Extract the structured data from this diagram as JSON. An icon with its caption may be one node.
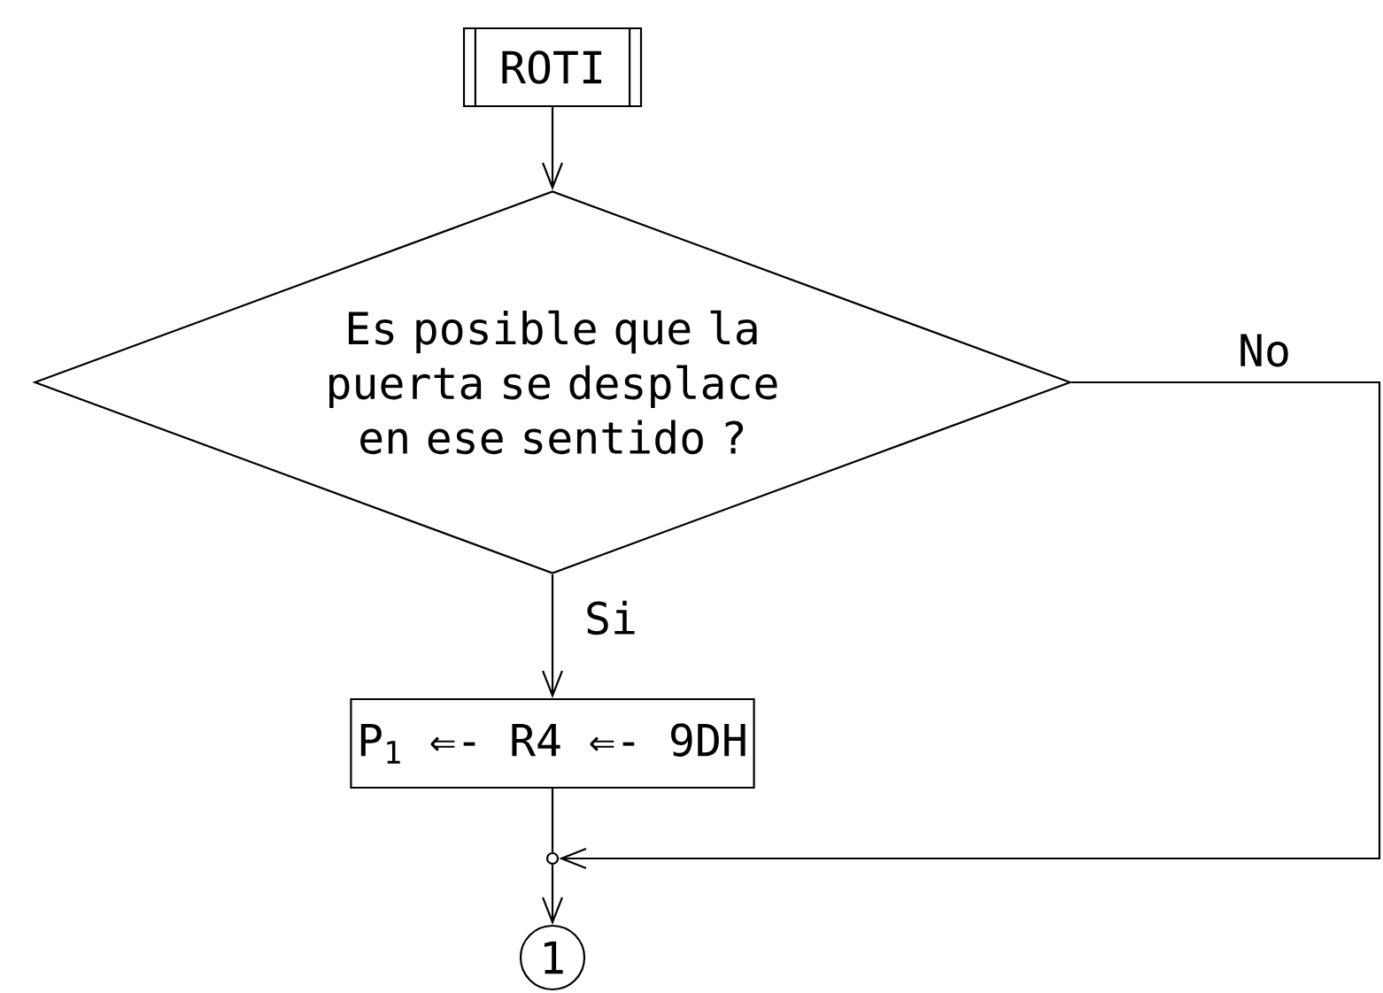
{
  "diagram": {
    "nodes": [
      {
        "text": [
          "ROTI"
        ]
      },
      {
        "text": [
          "Es posible que la puerta se desplace en ese sentido ?"
        ]
      },
      {
        "text": [
          "P$_{1}$ ⇐- R4 ⇐- 9DH"
        ]
      },
      {
        "text": [],
        "shape": "circle"
      },
      {
        "text": [
          "1"
        ]
      }
    ],
    "edges": [
      {
        "from": 0,
        "to": 1,
        "arrow": "to"
      },
      {
        "from": 1,
        "to": 2,
        "arrow": "to",
        "label": "Si"
      },
      {
        "from": 1,
        "to": 3,
        "arrow": "to",
        "label": "No"
      },
      {
        "from": 2,
        "to": 3,
        "arrow": "none"
      },
      {
        "from": 3,
        "to": 4,
        "arrow": "to"
      }
    ]
  }
}
